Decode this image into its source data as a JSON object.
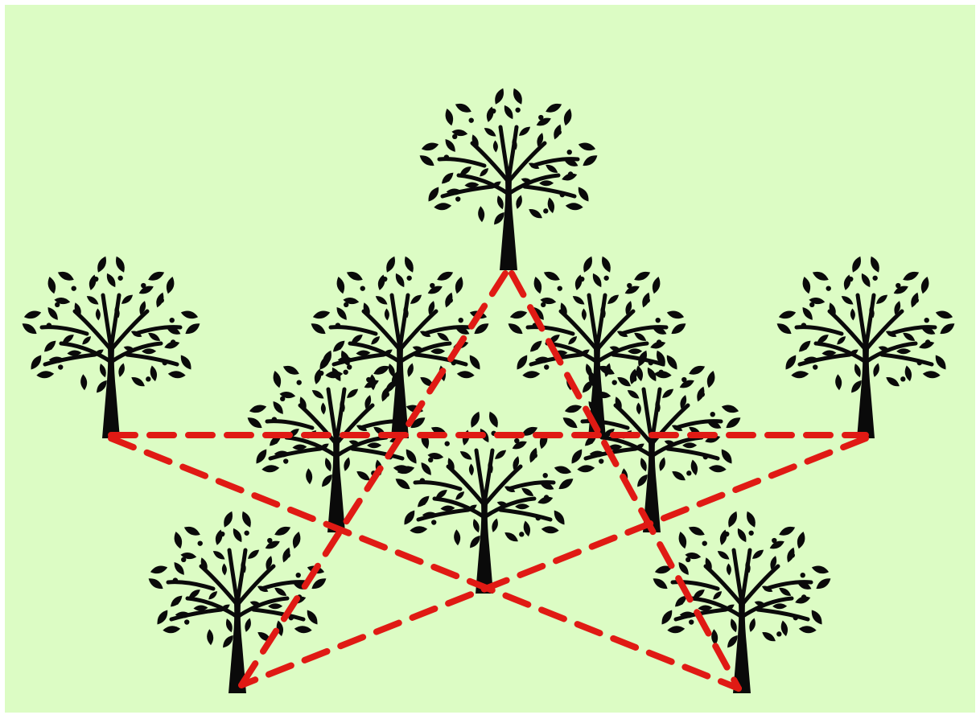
{
  "diagram": {
    "background_color": "#dcfcc4",
    "line_color": "#e01a14",
    "tree_color": "#0a0a0a",
    "tree_icon": "leafy-tree-silhouette",
    "tree_count": 10,
    "line_count": 5,
    "line_style": "dashed",
    "shape": "five-pointed star"
  }
}
